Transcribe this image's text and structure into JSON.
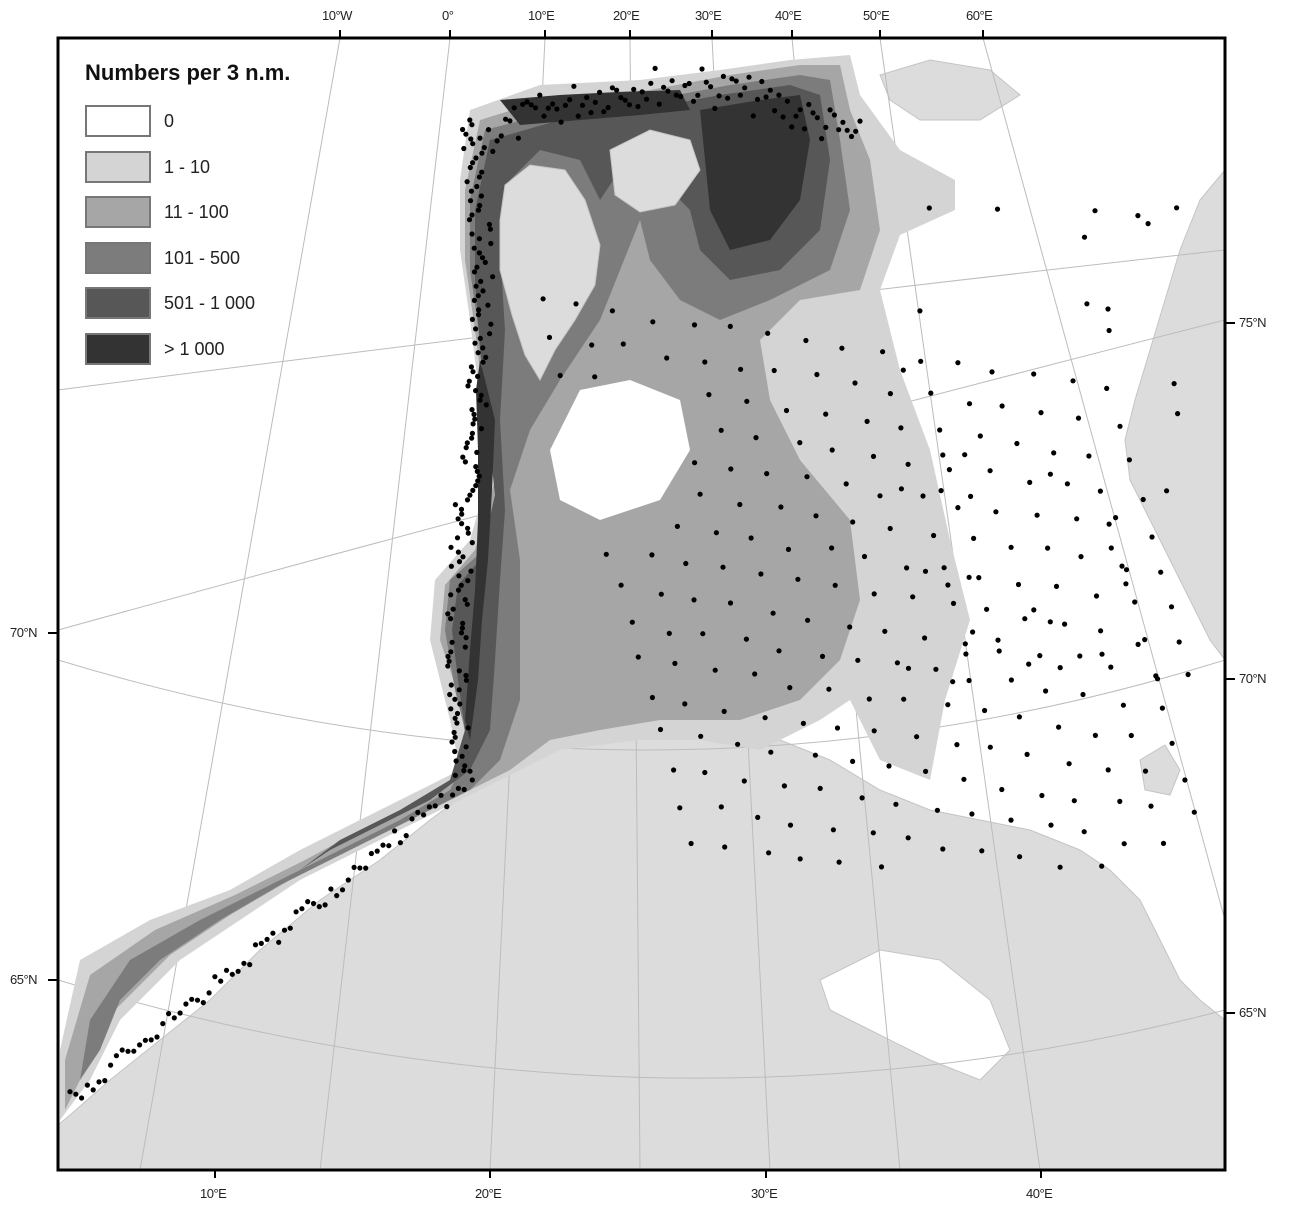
{
  "legend": {
    "title": "Numbers per 3 n.m.",
    "items": [
      {
        "label": "0",
        "color": "#ffffff"
      },
      {
        "label": "1 - 10",
        "color": "#d4d4d4"
      },
      {
        "label": "11 - 100",
        "color": "#a6a6a6"
      },
      {
        "label": "101 - 500",
        "color": "#7c7c7c"
      },
      {
        "label": "501 - 1 000",
        "color": "#575757"
      },
      {
        "label": "> 1 000",
        "color": "#333333"
      }
    ]
  },
  "top_axis": [
    "10°W",
    "0°",
    "10°E",
    "20°E",
    "30°E",
    "40°E",
    "50°E",
    "60°E"
  ],
  "bottom_axis": [
    "10°E",
    "20°E",
    "30°E",
    "40°E"
  ],
  "left_axis": [
    "70°N",
    "65°N"
  ],
  "right_axis": [
    "75°N",
    "70°N",
    "65°N"
  ],
  "colors": {
    "land": "#dcdcdc",
    "station": "#000000",
    "frame": "#000000"
  }
}
